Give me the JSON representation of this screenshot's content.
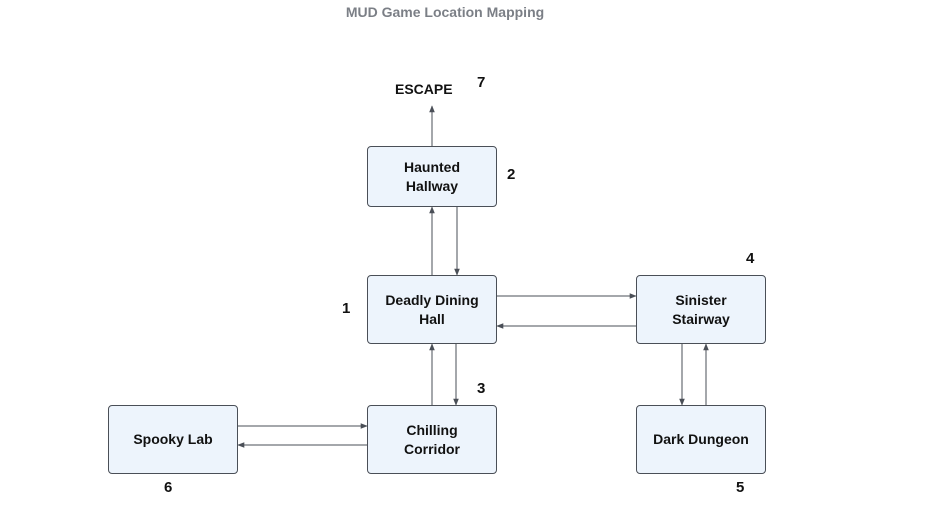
{
  "title": "MUD Game Location Mapping",
  "exit": {
    "label": "ESCAPE",
    "number": "7"
  },
  "rooms": {
    "haunted_hallway": {
      "label": "Haunted\nHallway",
      "number": "2"
    },
    "deadly_dining_hall": {
      "label": "Deadly Dining\nHall",
      "number": "1"
    },
    "sinister_stairway": {
      "label": "Sinister\nStairway",
      "number": "4"
    },
    "chilling_corridor": {
      "label": "Chilling\nCorridor",
      "number": "3"
    },
    "spooky_lab": {
      "label": "Spooky Lab",
      "number": "6"
    },
    "dark_dungeon": {
      "label": "Dark Dungeon",
      "number": "5"
    }
  },
  "connections": [
    {
      "from": "haunted_hallway",
      "to": "exit"
    },
    {
      "from": "deadly_dining_hall",
      "to": "haunted_hallway"
    },
    {
      "from": "haunted_hallway",
      "to": "deadly_dining_hall"
    },
    {
      "from": "deadly_dining_hall",
      "to": "sinister_stairway"
    },
    {
      "from": "sinister_stairway",
      "to": "deadly_dining_hall"
    },
    {
      "from": "chilling_corridor",
      "to": "deadly_dining_hall"
    },
    {
      "from": "deadly_dining_hall",
      "to": "chilling_corridor"
    },
    {
      "from": "sinister_stairway",
      "to": "dark_dungeon"
    },
    {
      "from": "dark_dungeon",
      "to": "sinister_stairway"
    },
    {
      "from": "spooky_lab",
      "to": "chilling_corridor"
    },
    {
      "from": "chilling_corridor",
      "to": "spooky_lab"
    }
  ],
  "colors": {
    "node_fill": "#edf4fc",
    "node_border": "#4a4f57",
    "edge": "#4a4f57",
    "title": "#7b7f86"
  }
}
